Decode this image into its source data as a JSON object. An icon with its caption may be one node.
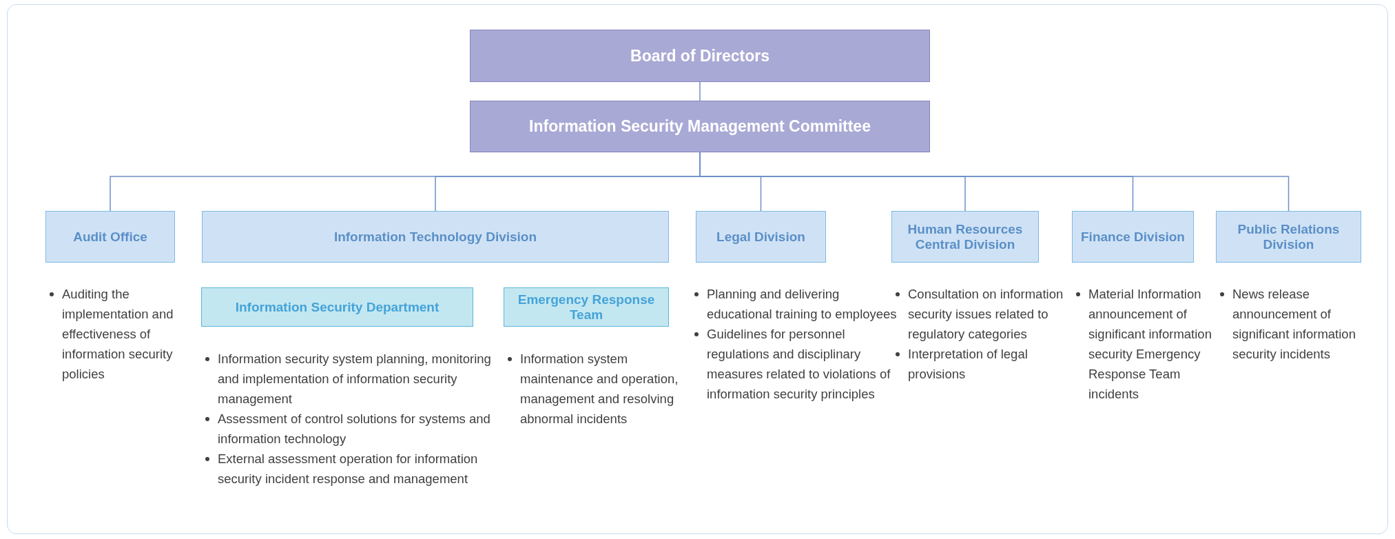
{
  "diagram": {
    "nodes": [
      {
        "text": [
          "Board of Directors"
        ]
      },
      {
        "text": [
          "Information Security Management Committee"
        ]
      },
      {
        "text": [
          "Audit Office"
        ],
        "beside": [
          "Auditing the implementation and effectiveness of information security policies"
        ]
      },
      {
        "text": [
          "Information Technology Division"
        ]
      },
      {
        "text": [
          "Information Security Department"
        ],
        "beside": [
          "Information security system planning, monitoring and implementation of information security management",
          "Assessment of control solutions for systems and information technology",
          "External assessment operation for information security incident response and management"
        ]
      },
      {
        "text": [
          "Emergency Response Team"
        ],
        "beside": [
          "Information system maintenance and operation, management and resolving abnormal incidents"
        ]
      },
      {
        "text": [
          "Legal Division"
        ],
        "beside": [
          "Planning and delivering educational training to employees",
          "Guidelines for personnel regulations and disciplinary measures related to violations of information security principles"
        ]
      },
      {
        "text": [
          "Human Resources Central Division"
        ],
        "beside": [
          "Consultation on information security issues related to regulatory categories",
          "Interpretation of legal provisions"
        ]
      },
      {
        "text": [
          "Finance Division"
        ],
        "beside": [
          "Material Information announcement of significant information security Emergency Response Team incidents"
        ]
      },
      {
        "text": [
          "Public Relations Division"
        ],
        "beside": [
          "News release announcement of significant information security incidents"
        ]
      }
    ],
    "edges": [
      {
        "from": 0,
        "to": 1,
        "arrow": "none"
      },
      {
        "from": 1,
        "to": 2,
        "arrow": "none"
      },
      {
        "from": 1,
        "to": 3,
        "arrow": "none"
      },
      {
        "from": 1,
        "to": 6,
        "arrow": "none"
      },
      {
        "from": 1,
        "to": 7,
        "arrow": "none"
      },
      {
        "from": 1,
        "to": 8,
        "arrow": "none"
      },
      {
        "from": 1,
        "to": 9,
        "arrow": "none"
      }
    ]
  }
}
